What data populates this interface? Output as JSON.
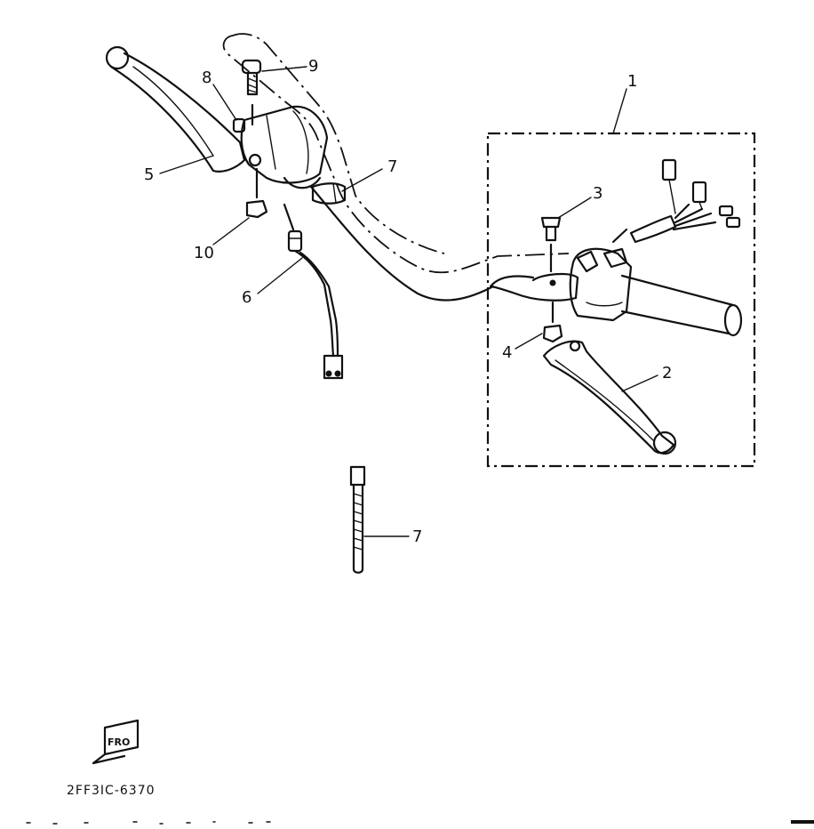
{
  "diagram": {
    "callouts": [
      {
        "id": "c1",
        "text": "1"
      },
      {
        "id": "c2",
        "text": "2"
      },
      {
        "id": "c3",
        "text": "3"
      },
      {
        "id": "c4",
        "text": "4"
      },
      {
        "id": "c5",
        "text": "5"
      },
      {
        "id": "c6",
        "text": "6"
      },
      {
        "id": "c7a",
        "text": "7"
      },
      {
        "id": "c7b",
        "text": "7"
      },
      {
        "id": "c8",
        "text": "8"
      },
      {
        "id": "c9",
        "text": "9"
      },
      {
        "id": "c10",
        "text": "10"
      }
    ],
    "drawing_code": "2FF3IC-6370",
    "icon_label": "FRO"
  }
}
